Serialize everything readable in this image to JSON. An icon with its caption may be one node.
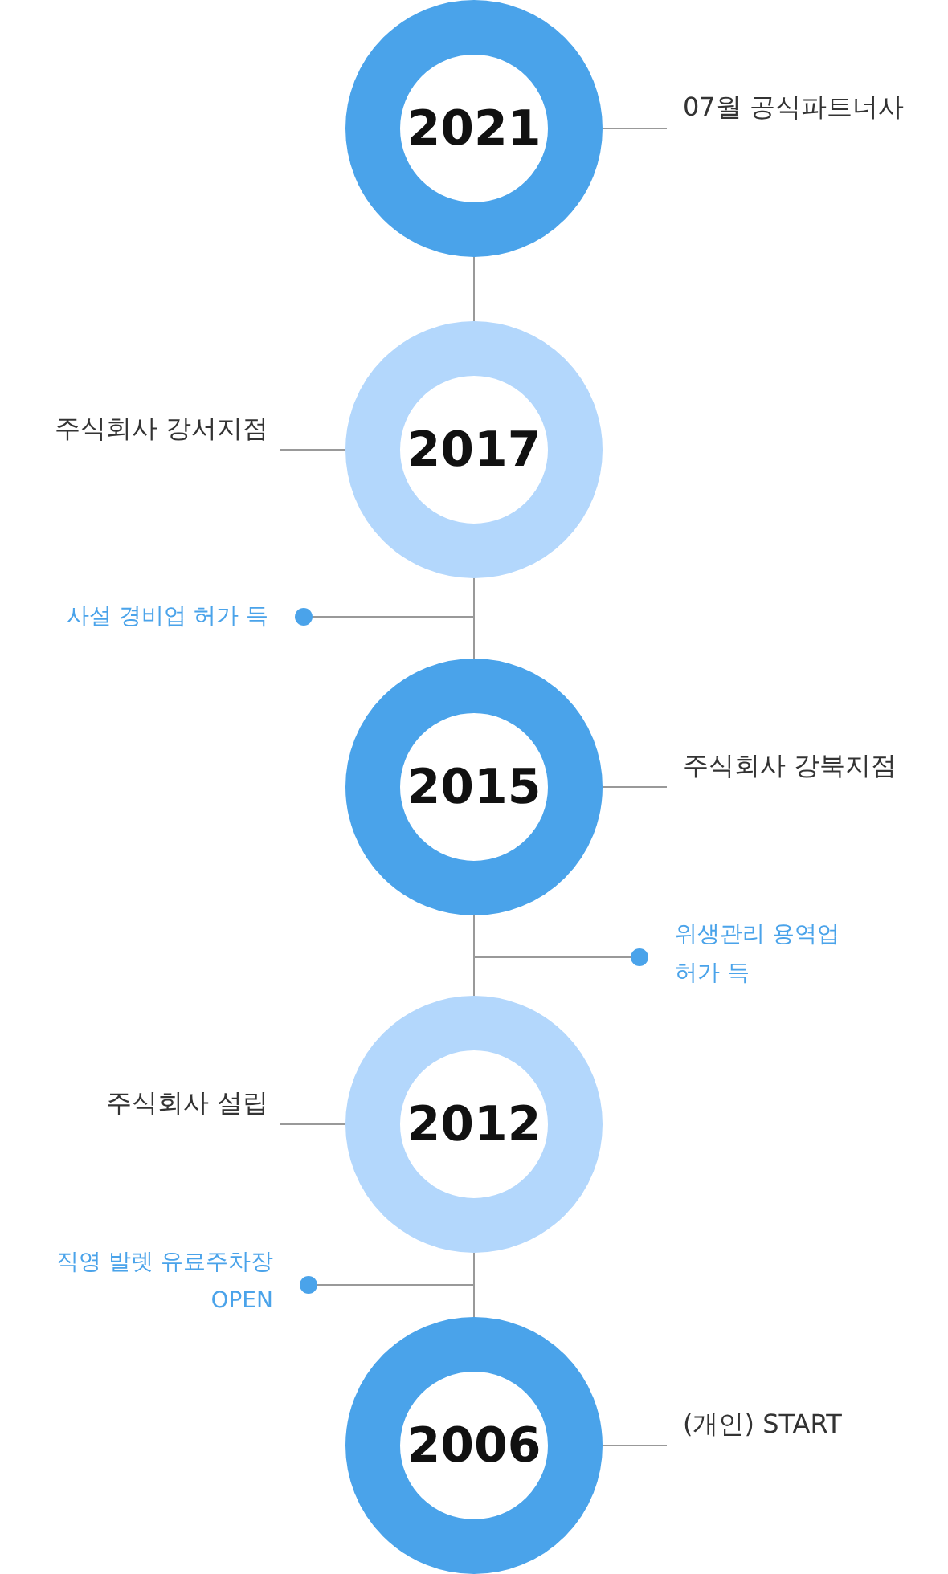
{
  "diagram": {
    "nodes": [
      {
        "text": [
          "2021"
        ]
      },
      {
        "text": [
          "07월 공식파트너사"
        ]
      },
      {
        "text": [
          "2017"
        ]
      },
      {
        "text": [
          "주식회사 강서지점"
        ]
      },
      {
        "text": [
          "사설 경비업 허가 득"
        ]
      },
      {
        "text": [
          "2015"
        ]
      },
      {
        "text": [
          "주식회사 강북지점"
        ]
      },
      {
        "text": [
          "위생관리 용역업 허가 득"
        ]
      },
      {
        "text": [
          "2012"
        ]
      },
      {
        "text": [
          "주식회사 설립"
        ]
      },
      {
        "text": [
          "직영 발렛 유료주차장 OPEN"
        ]
      },
      {
        "text": [
          "2006"
        ]
      },
      {
        "text": [
          "(개인) START"
        ]
      }
    ],
    "edges": [
      {
        "from": 0,
        "to": 2,
        "arrow": "none"
      },
      {
        "from": 2,
        "to": 5,
        "arrow": "none"
      },
      {
        "from": 5,
        "to": 8,
        "arrow": "none"
      },
      {
        "from": 8,
        "to": 11,
        "arrow": "none"
      },
      {
        "from": 1,
        "to": 0,
        "arrow": "none"
      },
      {
        "from": 3,
        "to": 2,
        "arrow": "none"
      },
      {
        "from": 4,
        "to": null,
        "arrow": "other"
      },
      {
        "from": 6,
        "to": 5,
        "arrow": "none"
      },
      {
        "from": 7,
        "to": null,
        "arrow": "other"
      },
      {
        "from": 9,
        "to": 8,
        "arrow": "none"
      },
      {
        "from": 10,
        "to": null,
        "arrow": "other"
      },
      {
        "from": 12,
        "to": 11,
        "arrow": "none"
      }
    ]
  }
}
